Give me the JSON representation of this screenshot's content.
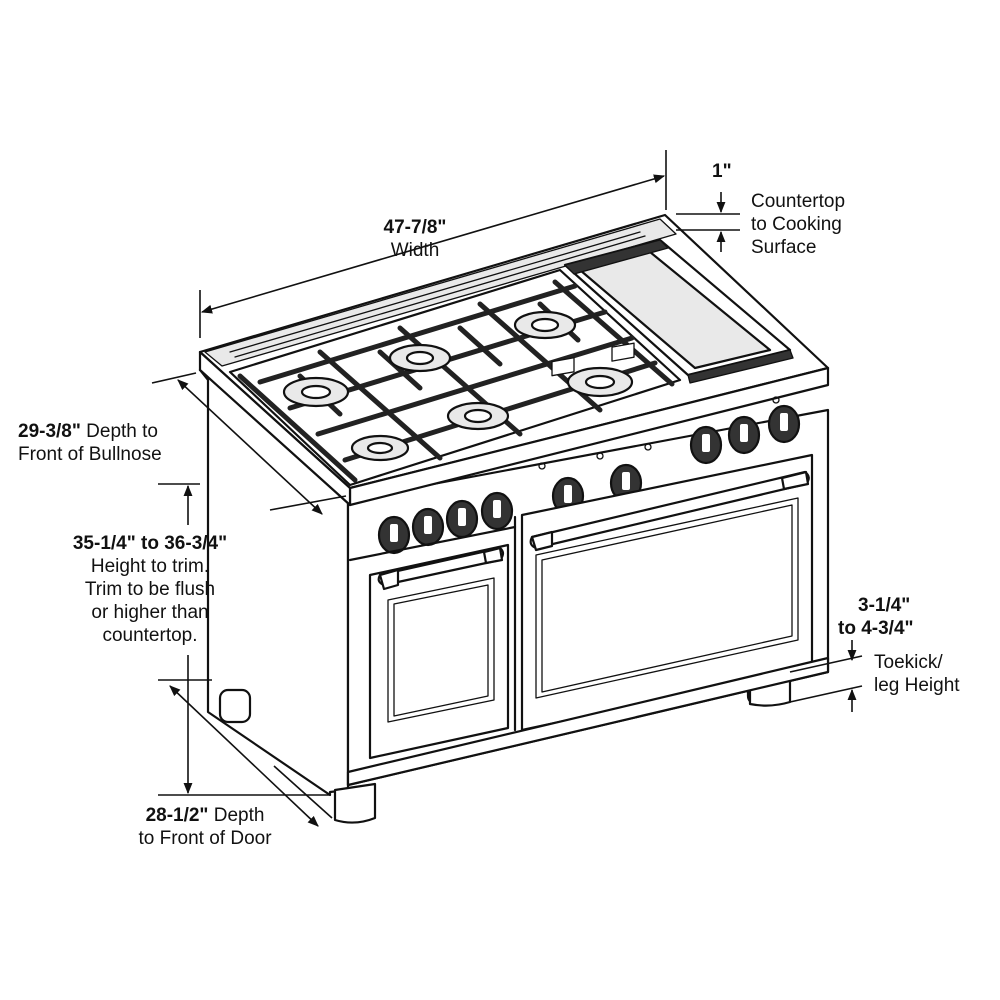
{
  "dimensions": {
    "width": {
      "value": "47-7/8\"",
      "label": "Width"
    },
    "countertop": {
      "value": "1\"",
      "line1": "Countertop",
      "line2": "to Cooking",
      "line3": "Surface"
    },
    "depth_bullnose": {
      "value": "29-3/8\"",
      "suffix": " Depth to",
      "line2": "Front of Bullnose"
    },
    "height": {
      "value": "35-1/4\" to 36-3/4\"",
      "line1": "Height to trim.",
      "line2": "Trim to be flush",
      "line3": "or higher than",
      "line4": "countertop."
    },
    "toekick": {
      "value1": "3-1/4\"",
      "value2": "to 4-3/4\"",
      "line1": "Toekick/",
      "line2": "leg Height"
    },
    "depth_door": {
      "value": "28-1/2\"",
      "suffix": " Depth",
      "line2": "to Front of Door"
    }
  }
}
